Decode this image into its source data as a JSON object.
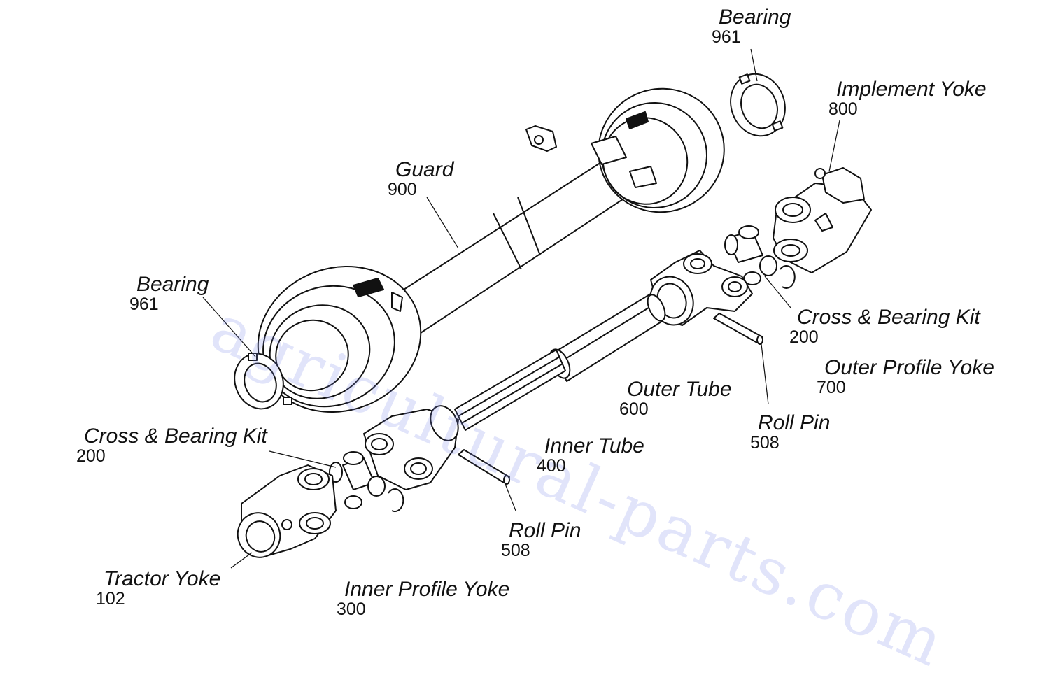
{
  "watermark": "agricultural-parts.com",
  "callouts": [
    {
      "name": "Bearing",
      "number": "961"
    },
    {
      "name": "Implement Yoke",
      "number": "800"
    },
    {
      "name": "Guard",
      "number": "900"
    },
    {
      "name": "Bearing",
      "number": "961"
    },
    {
      "name": "Cross & Bearing Kit",
      "number": "200"
    },
    {
      "name": "Outer Profile Yoke",
      "number": "700"
    },
    {
      "name": "Outer Tube",
      "number": "600"
    },
    {
      "name": "Roll Pin",
      "number": "508"
    },
    {
      "name": "Cross & Bearing Kit",
      "number": "200"
    },
    {
      "name": "Inner Tube",
      "number": "400"
    },
    {
      "name": "Roll Pin",
      "number": "508"
    },
    {
      "name": "Tractor Yoke",
      "number": "102"
    },
    {
      "name": "Inner Profile Yoke",
      "number": "300"
    }
  ]
}
